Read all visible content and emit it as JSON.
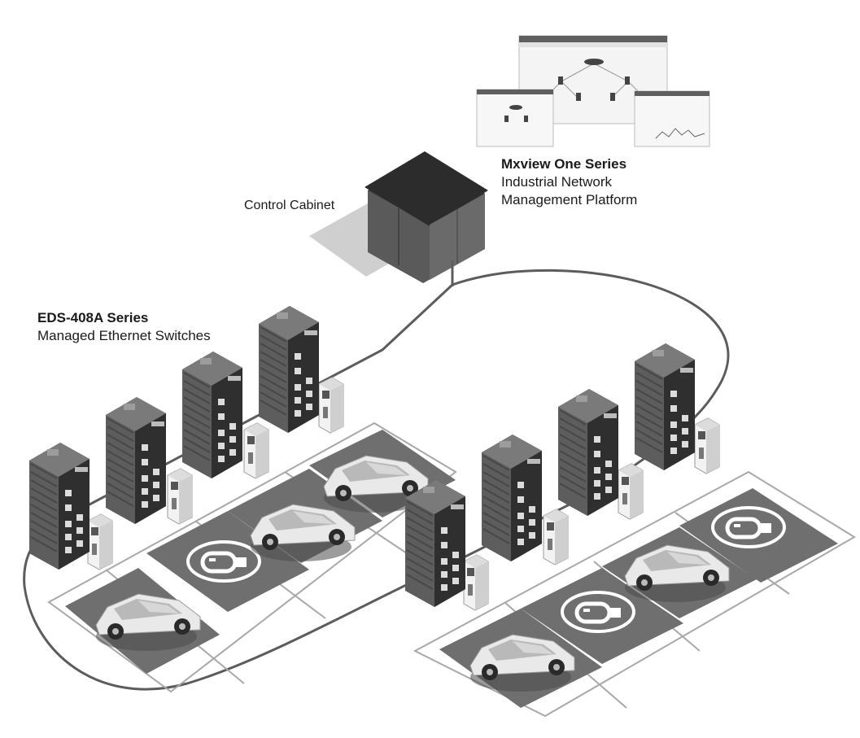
{
  "labels": {
    "platform": {
      "title": "Mxview One Series",
      "line1": "Industrial Network",
      "line2": "Management Platform"
    },
    "cabinet": "Control Cabinet",
    "switches": {
      "title": "EDS-408A Series",
      "subtitle": "Managed Ethernet Switches"
    }
  },
  "colors": {
    "road": "#8e8e8e",
    "lot": "#6f6f6f",
    "switch_body": "#545454",
    "switch_front": "#2e2e2e",
    "cabinet": "#5a5a5a",
    "cable": "#595959"
  },
  "icons": [
    "ev-plug-icon",
    "charger-icon",
    "car-icon",
    "switch-icon",
    "cabinet-icon",
    "screen-icon"
  ]
}
